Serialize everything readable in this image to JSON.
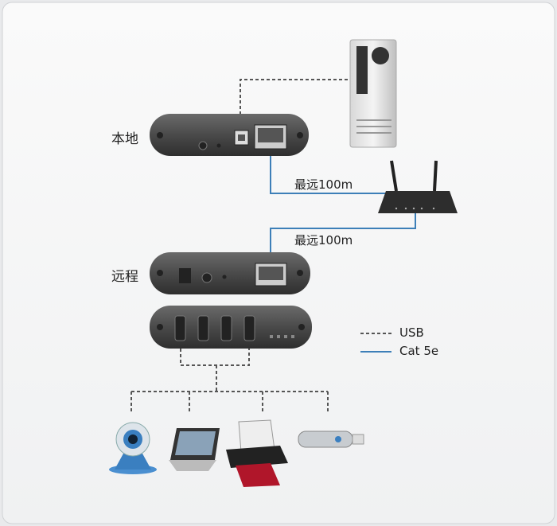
{
  "labels": {
    "local": "本地",
    "remote": "远程",
    "distance_top": "最远100m",
    "distance_bottom": "最远100m"
  },
  "legend": [
    {
      "label": "USB",
      "style": "dashed",
      "color": "#555555"
    },
    {
      "label": "Cat 5e",
      "style": "solid",
      "color": "#3d7fb8"
    }
  ],
  "colors": {
    "usb": "#555555",
    "cat5e": "#3d7fb8",
    "device": "#4a4a4a"
  }
}
